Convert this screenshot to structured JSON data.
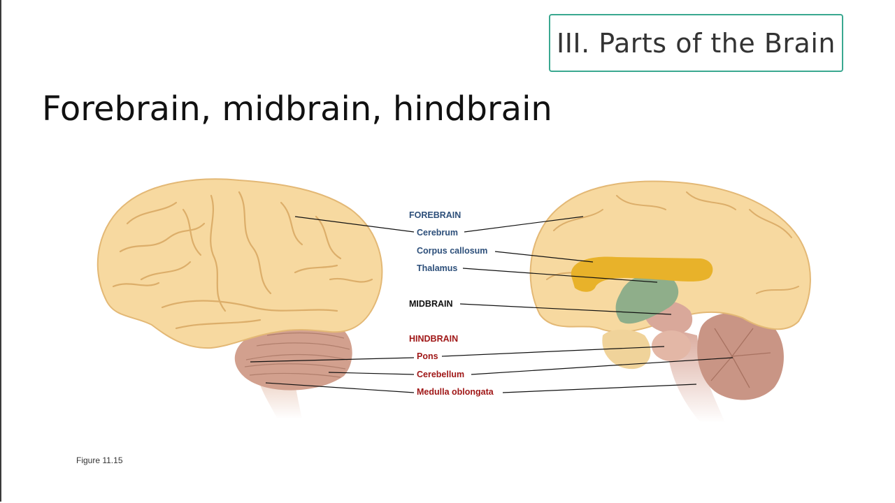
{
  "section_title": "III. Parts of the Brain",
  "slide_title": "Forebrain, midbrain, hindbrain",
  "figure_caption": "Figure 11.15",
  "labels": {
    "forebrain": "FOREBRAIN",
    "cerebrum": "Cerebrum",
    "corpus_callosum": "Corpus callosum",
    "thalamus": "Thalamus",
    "midbrain": "MIDBRAIN",
    "hindbrain": "HINDBRAIN",
    "pons": "Pons",
    "cerebellum": "Cerebellum",
    "medulla": "Medulla oblongata"
  },
  "colors": {
    "accent_border": "#3aa890",
    "forebrain_text": "#2d4f7a",
    "hindbrain_text": "#a01818",
    "cerebrum": "#f7d9a0",
    "corpus_callosum": "#e8b22a",
    "thalamus": "#8fae8a",
    "brainstem": "#d9a89a",
    "cerebellum": "#c99585"
  }
}
